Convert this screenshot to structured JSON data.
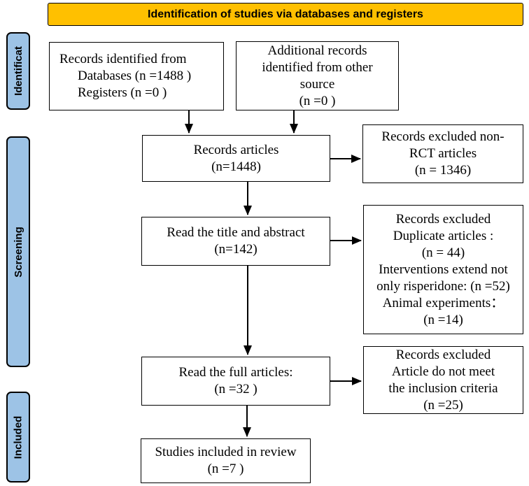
{
  "banner": {
    "label": "Identification of studies via databases and registers"
  },
  "stages": {
    "identification": {
      "label": "Identificat"
    },
    "screening": {
      "label": "Screening"
    },
    "included": {
      "label": "Included"
    }
  },
  "boxes": {
    "records_identified": {
      "lines": [
        "Records identified from",
        "Databases (n =1488 )",
        "Registers (n =0 )"
      ]
    },
    "additional_records": {
      "lines": [
        "Additional records",
        "identified from other",
        "source",
        "(n =0 )"
      ]
    },
    "records_articles": {
      "lines": [
        "Records articles",
        "(n=1448)"
      ]
    },
    "excluded_non_rct": {
      "lines": [
        "Records excluded non-",
        "RCT articles",
        "(n = 1346)"
      ]
    },
    "read_title_abstract": {
      "lines": [
        "Read the title and abstract",
        "(n=142)"
      ]
    },
    "excluded_screening": {
      "lines": [
        "Records excluded",
        "Duplicate articles :",
        "(n = 44)",
        "Interventions extend not",
        "only risperidone: (n =52)",
        "Animal experiments：",
        "(n =14)"
      ]
    },
    "read_full_articles": {
      "lines": [
        "Read the full articles:",
        "(n =32 )"
      ]
    },
    "excluded_full_text": {
      "lines": [
        "Records excluded",
        "Article do not meet",
        "the inclusion criteria",
        "(n =25)"
      ]
    },
    "studies_included": {
      "lines": [
        "Studies included in review",
        "(n =7 )"
      ]
    }
  },
  "colors": {
    "banner_bg": "#FFC000",
    "stage_bg": "#9DC3E6",
    "border": "#000000",
    "arrow": "#000000"
  }
}
